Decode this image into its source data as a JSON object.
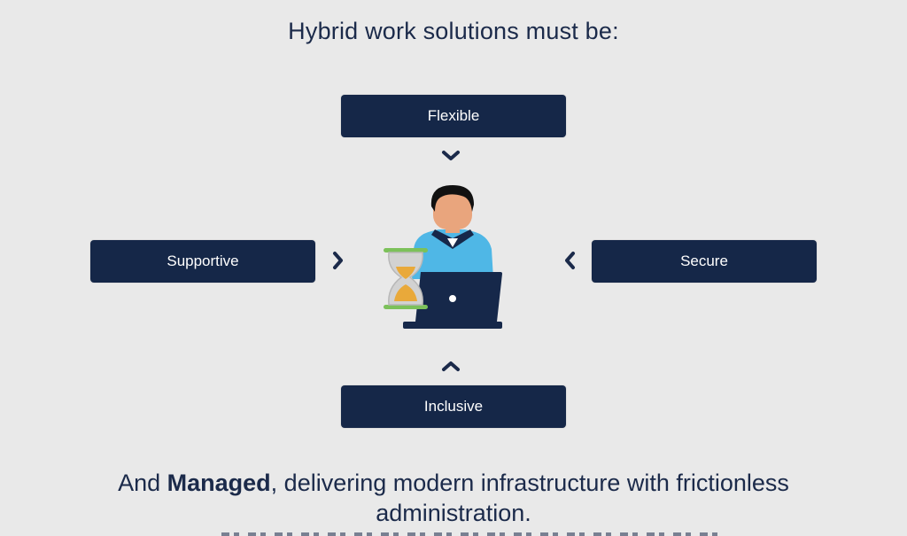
{
  "title": "Hybrid work solutions must be:",
  "attributes": {
    "top": "Flexible",
    "left": "Supportive",
    "right": "Secure",
    "bottom": "Inclusive"
  },
  "illustration": {
    "subject": "person-at-laptop-with-hourglass",
    "colors": {
      "hair": "#111111",
      "skin": "#e9a57d",
      "shirt": "#4fb7e6",
      "collar": "#16284a",
      "laptop": "#16284a",
      "hourglass_caps": "#7cc15a",
      "hourglass_glass": "#c9c9c9",
      "sand": "#e9a93a"
    }
  },
  "footer": {
    "prefix": "And ",
    "emphasis": "Managed",
    "line1_rest": ", delivering modern infrastructure with frictionless",
    "line2": "administration."
  },
  "colors": {
    "background": "#e9e9e9",
    "box_fill": "#152748",
    "box_text": "#ffffff",
    "text": "#1b2a4a",
    "chevron": "#1b2a4a"
  }
}
